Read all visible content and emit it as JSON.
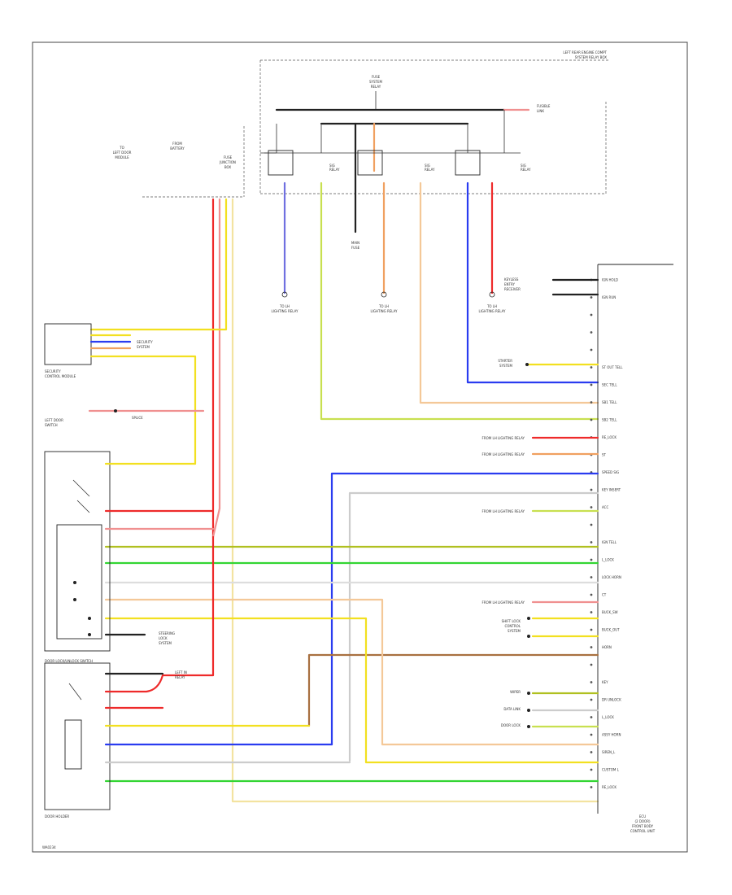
{
  "colors": {
    "red": "#ee2a2a",
    "pink": "#f09090",
    "yellow": "#f2e020",
    "light_yellow": "#f3e3a0",
    "blue": "#2a3cf0",
    "violet": "#7070e0",
    "green": "#33d533",
    "lime": "#c8e050",
    "olive": "#b0c020",
    "orange": "#f0a060",
    "peach": "#f4c898",
    "brown": "#a87040",
    "grey": "#cccccc",
    "black": "#222222"
  },
  "footer": {
    "code": "WA0234"
  },
  "ecu": {
    "label": "ECU",
    "pin_labels": [
      "IGN HOLD",
      "IGN RUN",
      "",
      "",
      "",
      "ST OUT TELL",
      "SEC TELL",
      "SB1 TELL",
      "SB2 TELL",
      "RE_LOCK",
      "ST",
      "SPEED SIG",
      "KEY INSERT",
      "ACC",
      "",
      "IGN TELL",
      "L_LOCK",
      "LOCK HORN",
      "CT",
      "BUCK_SW",
      "BUCK_OUT",
      "HORN",
      "",
      "KEY",
      "DR UNLOCK",
      "L_LOCK",
      "ASSY HORN",
      "SIREN_L",
      "CUSTOM L",
      "RE_LOCK"
    ]
  }
}
